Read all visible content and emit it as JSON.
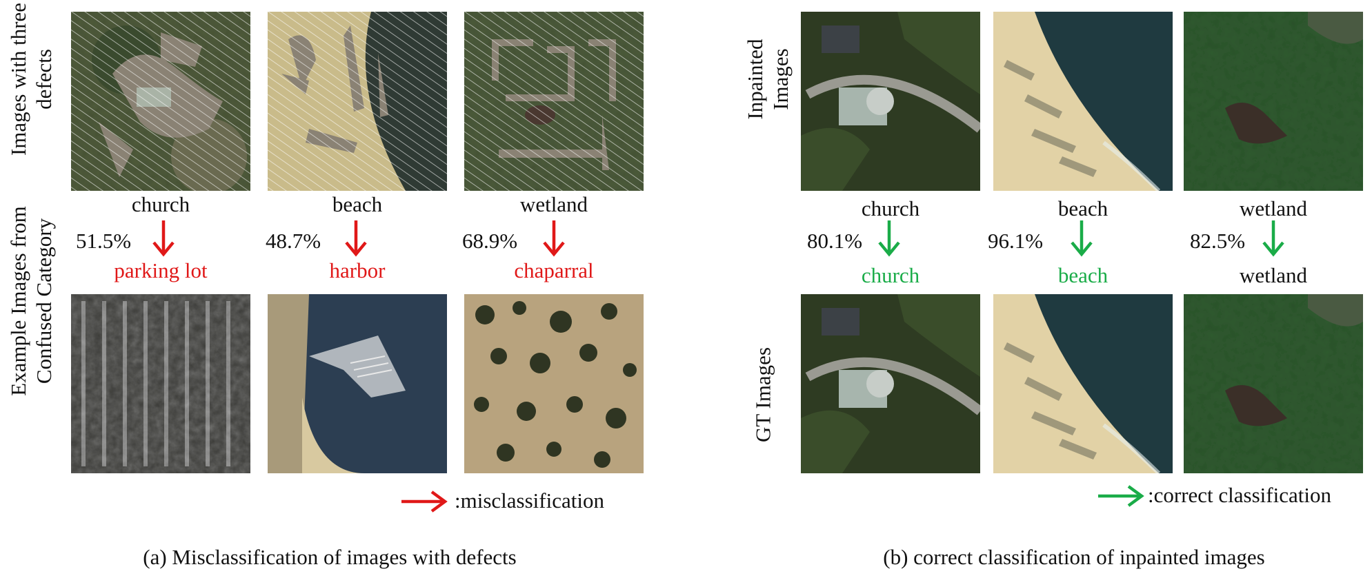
{
  "panel_a": {
    "row_labels": {
      "top": "Images with three\ndefects",
      "bottom": "Example Images from\nConfused Category"
    },
    "columns": [
      {
        "true_label": "church",
        "confidence": "51.5%",
        "predicted_label": "parking lot"
      },
      {
        "true_label": "beach",
        "confidence": "48.7%",
        "predicted_label": "harbor"
      },
      {
        "true_label": "wetland",
        "confidence": "68.9%",
        "predicted_label": "chaparral"
      }
    ],
    "legend_text": ":misclassification",
    "caption": "(a) Misclassification of images with defects"
  },
  "panel_b": {
    "row_labels": {
      "top": "Inpainted\nImages",
      "bottom": "GT Images"
    },
    "columns": [
      {
        "true_label": "church",
        "confidence": "80.1%",
        "predicted_label": "church"
      },
      {
        "true_label": "beach",
        "confidence": "96.1%",
        "predicted_label": "beach"
      },
      {
        "true_label": "wetland",
        "confidence": "82.5%",
        "predicted_label": "wetland"
      }
    ],
    "legend_text": ":correct classification",
    "caption": "(b)  correct classification of inpainted images"
  },
  "colors": {
    "misclassification": "#e01818",
    "correct": "#1aac48",
    "text": "#111111"
  },
  "icons": {
    "misclassification_arrow": "red-arrow-down-icon",
    "correct_arrow": "green-arrow-down-icon"
  }
}
